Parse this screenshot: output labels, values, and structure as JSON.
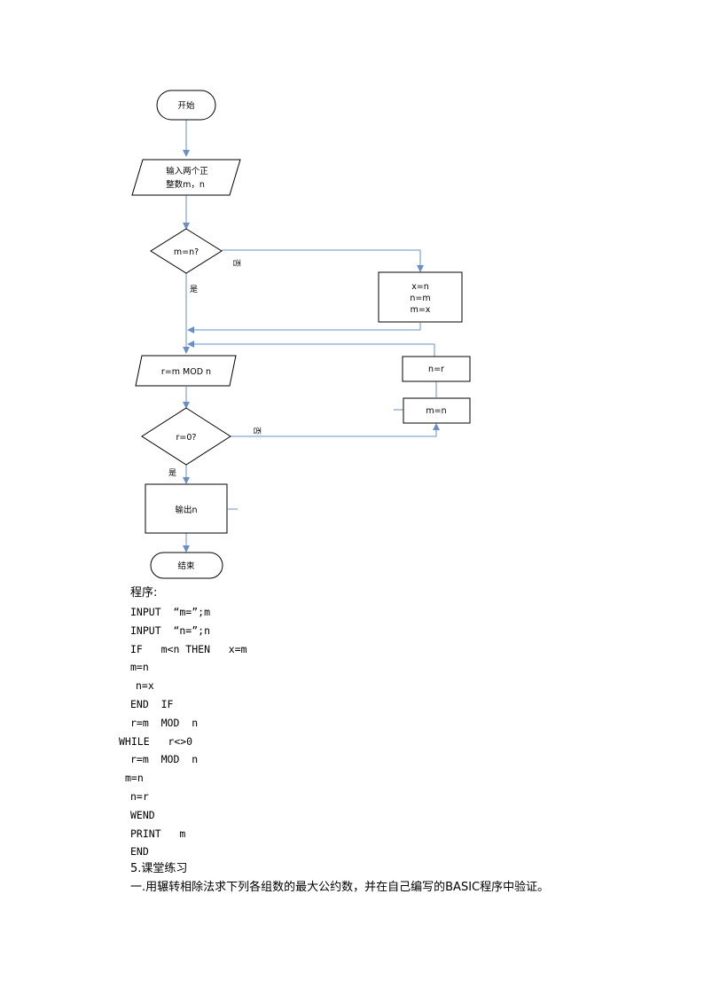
{
  "flowchart": {
    "start": "开始",
    "input": [
      "输入两个正",
      "整数m，n"
    ],
    "decision_compare": "m=n?",
    "swap": [
      "x=n",
      "n=m",
      "m=x"
    ],
    "mod": "r=m MOD n",
    "decision_zero": "r=0?",
    "output": "输出n",
    "end": "结束",
    "assign_n_r": "n=r",
    "assign_m_n": "m=n",
    "label_yes_1": "是",
    "label_no_1": "否",
    "label_yes_2": "是",
    "label_no_2": "否"
  },
  "program": {
    "heading": "程序:",
    "lines": [
      "INPUT  “m=”;m",
      "INPUT  “n=”;n",
      "IF   m<n THEN   x=m",
      "m=n",
      "n=x",
      "END  IF",
      "r=m  MOD  n",
      "WHILE   r<>0",
      "r=m  MOD  n",
      "m=n",
      "n=r",
      "WEND",
      "PRINT   m",
      "END"
    ],
    "section": "5.课堂练习",
    "exercise": "一.用辗转相除法求下列各组数的最大公约数，并在自己编写的BASIC程序中验证。"
  },
  "colors": {
    "line": "#6a8fc7",
    "stroke": "#000000"
  }
}
